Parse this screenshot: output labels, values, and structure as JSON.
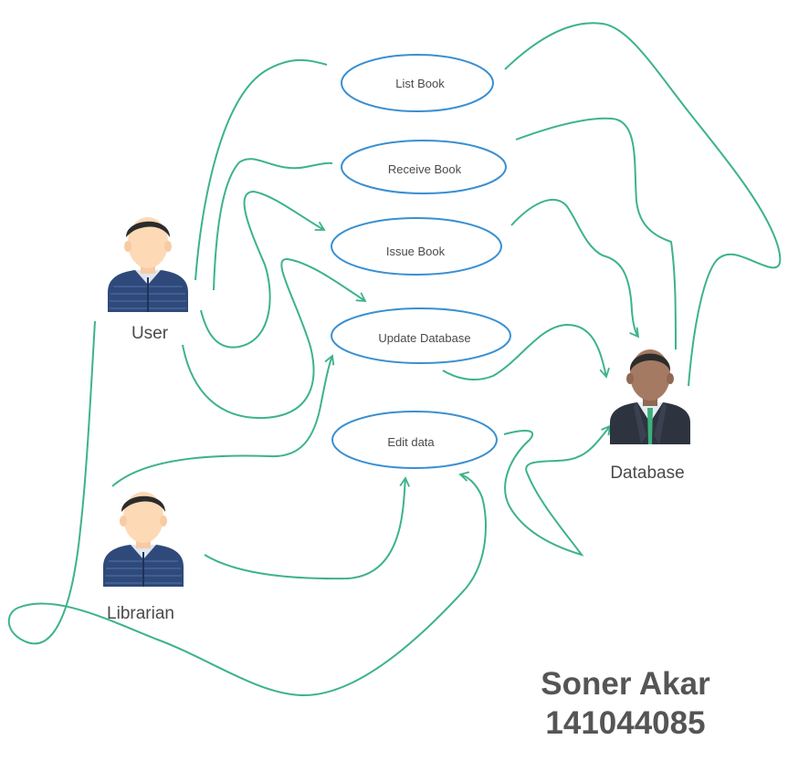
{
  "use_cases": [
    {
      "id": "list",
      "label": "List Book"
    },
    {
      "id": "receive",
      "label": "Receive Book"
    },
    {
      "id": "issue",
      "label": "Issue Book"
    },
    {
      "id": "update",
      "label": "Update Database"
    },
    {
      "id": "edit",
      "label": "Edit data"
    }
  ],
  "actors": {
    "user": {
      "label": "User"
    },
    "librarian": {
      "label": "Librarian"
    },
    "database": {
      "label": "Database"
    }
  },
  "signature": {
    "name": "Soner Akar",
    "number": "141044085"
  },
  "colors": {
    "ellipse_stroke": "#3a8fd1",
    "connector": "#3db38a",
    "text": "#4a4a4a",
    "suit_blue": "#2f4a7a",
    "suit_dark": "#2e3340",
    "skin_light": "#fdd9b5",
    "skin_dark": "#a57a62",
    "hair": "#2c2c2c"
  }
}
